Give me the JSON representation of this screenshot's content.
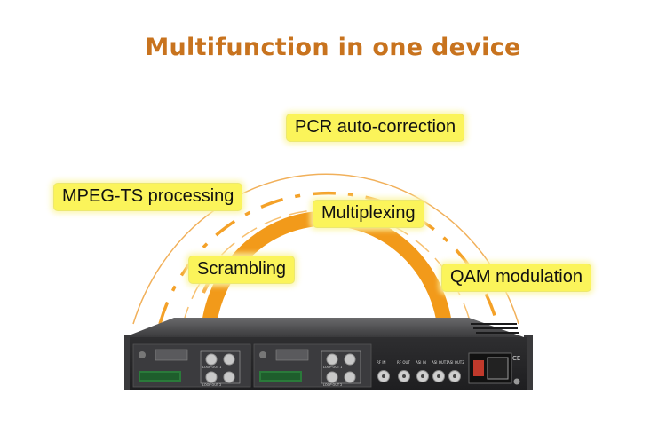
{
  "title": "Multifunction in one device",
  "features": [
    "PCR auto-correction",
    "MPEG-TS processing",
    "Multiplexing",
    "Scrambling",
    "QAM modulation"
  ],
  "device": {
    "port_labels": [
      "RF IN",
      "RF OUT",
      "ASI IN",
      "ASI OUT1",
      "ASI OUT2"
    ],
    "module_labels": [
      "LOOP OUT 1",
      "LOOP OUT 2",
      "LOOP OUT 1",
      "LOOP OUT 2"
    ],
    "ce_mark": "CE"
  },
  "colors": {
    "title": "#c8731e",
    "arc": "#f29a1a",
    "label_bg": "#fbf45a",
    "chassis": "#2b2b2d"
  }
}
